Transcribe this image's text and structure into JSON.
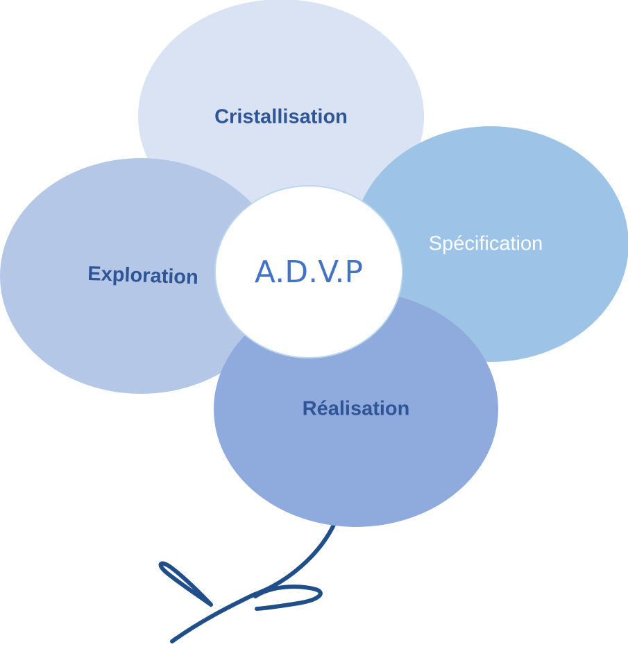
{
  "diagram": {
    "center": {
      "label": "A.D.V.P"
    },
    "petals": [
      {
        "id": "cristallisation",
        "label": "Cristallisation"
      },
      {
        "id": "exploration",
        "label": "Exploration"
      },
      {
        "id": "specification",
        "label": "Spécification"
      },
      {
        "id": "realisation",
        "label": "Réalisation"
      }
    ]
  },
  "colors": {
    "cristallisation_fill": "#dae3f4",
    "exploration_fill": "#b4c7e7",
    "specification_fill": "#9dc3e6",
    "realisation_fill": "#8faadc",
    "center_fill": "#ffffff",
    "center_stroke": "#bdd7ee",
    "dark_label": "#2f5597",
    "light_label": "#ffffff",
    "center_label": "#4472c4",
    "stem": "#1f4e89"
  },
  "decoration": {
    "stem_icon": "flower-stem-with-leaves"
  }
}
